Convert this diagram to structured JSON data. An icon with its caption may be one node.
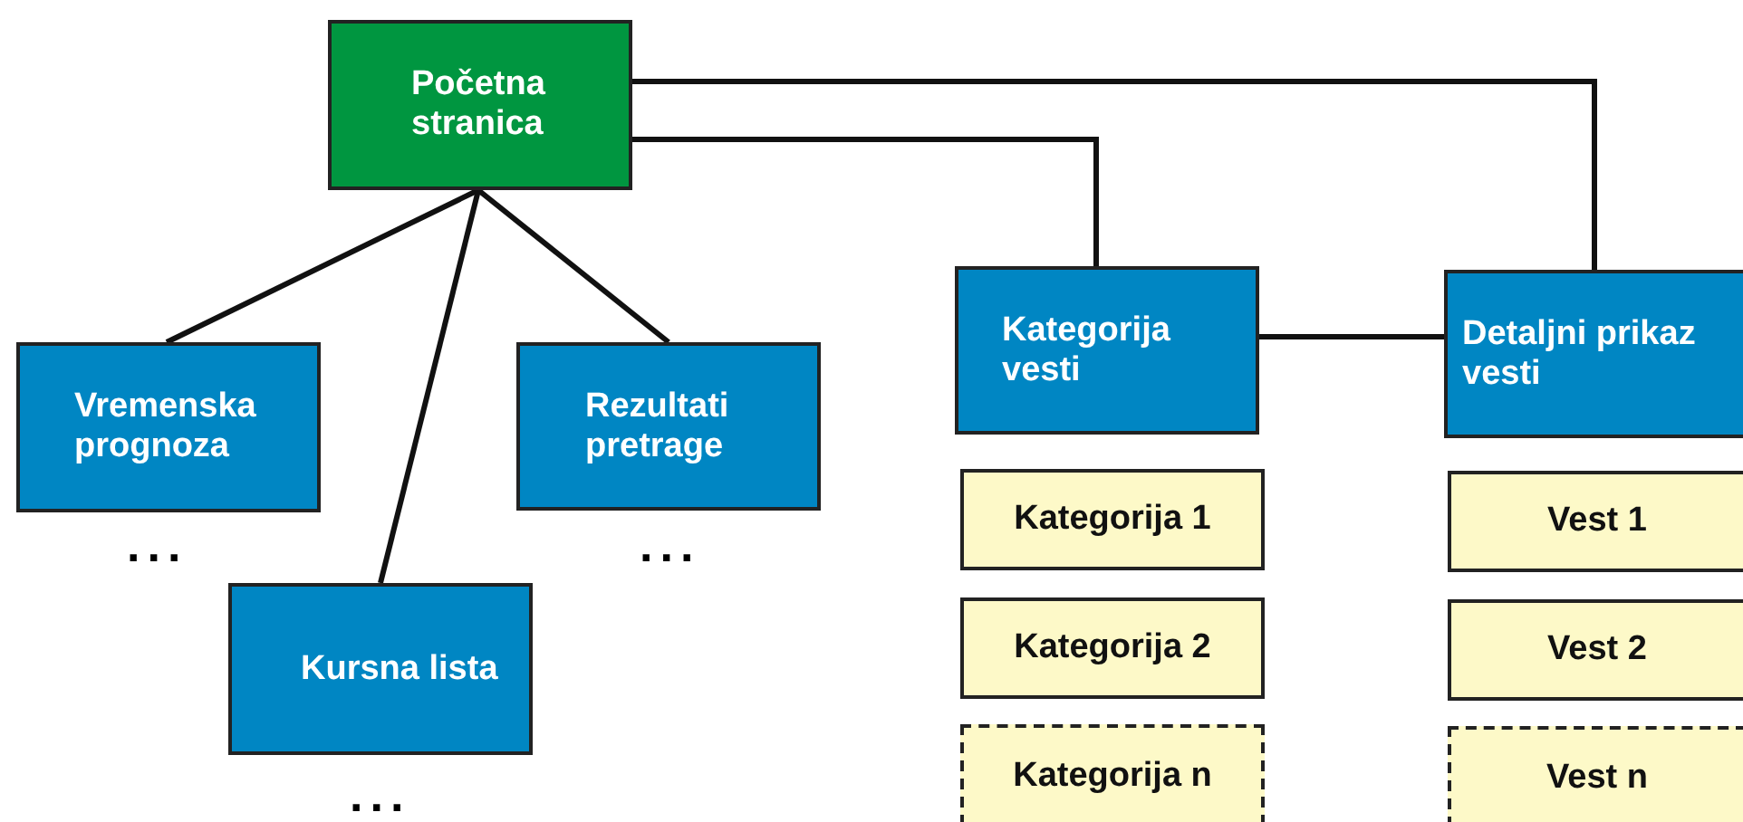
{
  "diagram": {
    "nodes": [
      {
        "text": [
          "Početna stranica"
        ]
      },
      {
        "text": [
          "Vremenska prognoza"
        ]
      },
      {
        "text": [
          "Kursna lista"
        ]
      },
      {
        "text": [
          "Rezultati pretrage"
        ]
      },
      {
        "text": [
          "Kategorija vesti"
        ]
      },
      {
        "text": [
          "Detaljni prikaz vesti"
        ]
      },
      {
        "text": [
          "Kategorija 1"
        ]
      },
      {
        "text": [
          "Kategorija 2"
        ]
      },
      {
        "text": [
          "Kategorija n"
        ]
      },
      {
        "text": [
          "Vest 1"
        ]
      },
      {
        "text": [
          "Vest 2"
        ]
      },
      {
        "text": [
          "Vest n"
        ]
      }
    ],
    "edges": [
      {
        "from": 0,
        "to": 1,
        "arrow": "none"
      },
      {
        "from": 0,
        "to": 2,
        "arrow": "none"
      },
      {
        "from": 0,
        "to": 3,
        "arrow": "none"
      },
      {
        "from": 0,
        "to": 4,
        "arrow": "none"
      },
      {
        "from": 0,
        "to": 5,
        "arrow": "none"
      },
      {
        "from": 4,
        "to": 5,
        "arrow": "none"
      }
    ],
    "labels": [
      "...",
      "...",
      "..."
    ]
  }
}
